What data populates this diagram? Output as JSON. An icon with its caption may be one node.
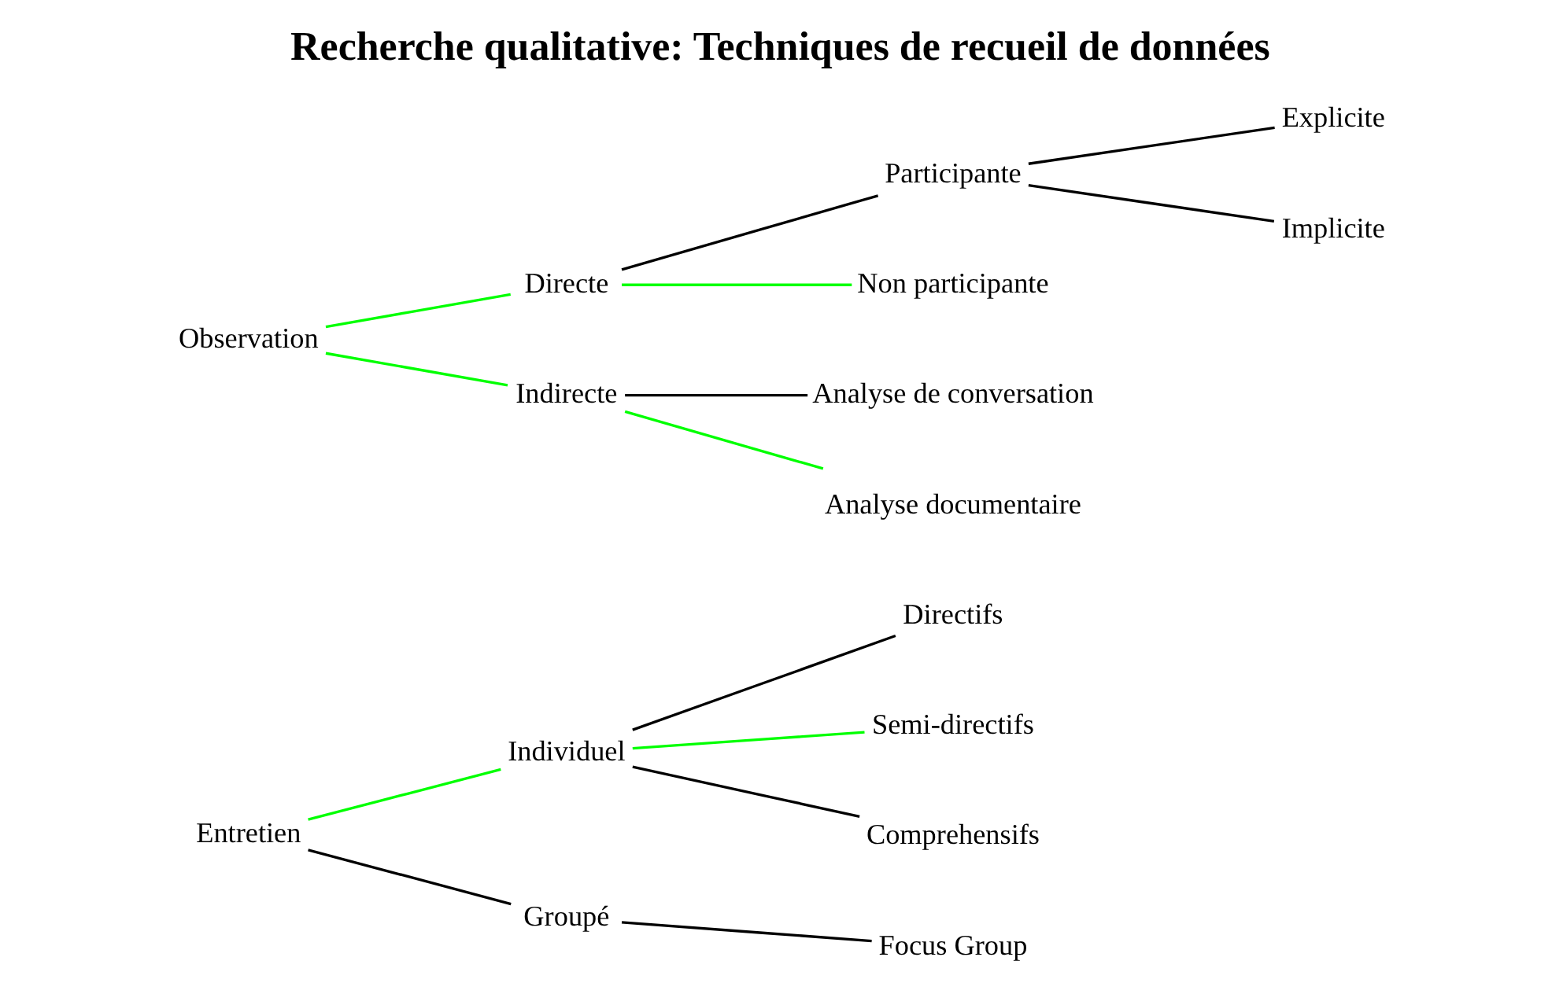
{
  "diagram": {
    "title": "Recherche qualitative: Techniques de recueil de données",
    "nodes": [
      {
        "text": [
          "Entretien"
        ]
      },
      {
        "text": [
          "Individuel"
        ]
      },
      {
        "text": [
          "Groupé"
        ]
      },
      {
        "text": [
          "Directifs"
        ]
      },
      {
        "text": [
          "Semi-directifs"
        ]
      },
      {
        "text": [
          "Comprehensifs"
        ]
      },
      {
        "text": [
          "Focus Group"
        ]
      },
      {
        "text": [
          "Observation"
        ]
      },
      {
        "text": [
          "Directe"
        ]
      },
      {
        "text": [
          "Indirecte"
        ]
      },
      {
        "text": [
          "Participante"
        ]
      },
      {
        "text": [
          "Non participante"
        ]
      },
      {
        "text": [
          "Explicite"
        ]
      },
      {
        "text": [
          "Implicite"
        ]
      },
      {
        "text": [
          "Analyse de conversation"
        ]
      },
      {
        "text": [
          "Analyse documentaire"
        ]
      }
    ],
    "edges": [
      {
        "from": 0,
        "to": 1,
        "arrow": "none",
        "color": "#00ff00"
      },
      {
        "from": 0,
        "to": 2,
        "arrow": "none"
      },
      {
        "from": 1,
        "to": 3,
        "arrow": "none"
      },
      {
        "from": 1,
        "to": 4,
        "arrow": "none",
        "color": "#00ff00"
      },
      {
        "from": 1,
        "to": 5,
        "arrow": "none"
      },
      {
        "from": 2,
        "to": 6,
        "arrow": "none"
      },
      {
        "from": 7,
        "to": 8,
        "arrow": "none",
        "color": "#00ff00"
      },
      {
        "from": 7,
        "to": 9,
        "arrow": "none",
        "color": "#00ff00"
      },
      {
        "from": 8,
        "to": 10,
        "arrow": "none"
      },
      {
        "from": 8,
        "to": 11,
        "arrow": "none",
        "color": "#00ff00"
      },
      {
        "from": 10,
        "to": 12,
        "arrow": "none"
      },
      {
        "from": 10,
        "to": 13,
        "arrow": "none"
      },
      {
        "from": 9,
        "to": 14,
        "arrow": "none"
      },
      {
        "from": 9,
        "to": 15,
        "arrow": "none",
        "color": "#00ff00"
      }
    ]
  }
}
